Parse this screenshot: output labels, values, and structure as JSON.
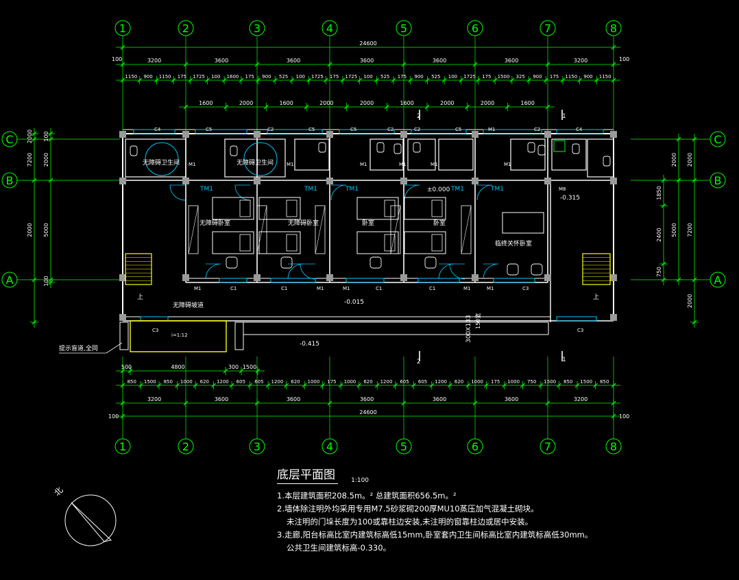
{
  "drawing": {
    "title": "底层平面图",
    "scale": "1:100",
    "north_label": "北",
    "notes": [
      "1.本层建筑面积208.5m。² 总建筑面积656.5m。²",
      "2.墙体除注明外均采用专用M7.5砂浆砌200厚MU10蒸压加气混凝土砌块。",
      "未注明的门垛长度为100或靠柱边安装,未注明的窗靠柱边或居中安装。",
      "3.走廊,阳台标高比室内建筑标高低15mm,卧室套内卫生间标高比室内建筑标高低30mm。",
      "公共卫生间建筑标高-0.330。"
    ]
  },
  "grids": {
    "x": [
      "1",
      "2",
      "3",
      "4",
      "5",
      "6",
      "7",
      "8"
    ],
    "y": [
      "C",
      "B",
      "A"
    ]
  },
  "dims": {
    "total": "24600",
    "edge": "100",
    "top_bays": [
      "3200",
      "3600",
      "3600",
      "3600",
      "3600",
      "3600",
      "3200"
    ],
    "top_detail": [
      "1150",
      "900",
      "1150",
      "175",
      "1725",
      "100",
      "1600",
      "175",
      "900",
      "525",
      "100",
      "1725",
      "175",
      "1725",
      "100",
      "525",
      "175",
      "900",
      "525",
      "100",
      "1725",
      "175",
      "1500",
      "325",
      "900",
      "175",
      "1150",
      "900",
      "1150"
    ],
    "top_windows": [
      "1600",
      "2000",
      "1600",
      "2000",
      "2000",
      "1600",
      "2000",
      "2000",
      "1600"
    ],
    "bottom_detail": [
      "850",
      "1500",
      "850",
      "1000",
      "620",
      "1200",
      "605",
      "605",
      "1200",
      "620",
      "1000",
      "175",
      "1000",
      "620",
      "1200",
      "605",
      "605",
      "1200",
      "620",
      "1000",
      "175",
      "1000",
      "750",
      "1500",
      "850",
      "1500",
      "850"
    ],
    "bottom_bays": [
      "3200",
      "3600",
      "3600",
      "3600",
      "3600",
      "3600",
      "3200"
    ],
    "left_outer": [
      "2000",
      "7200",
      "2000"
    ],
    "left_inner": [
      "100",
      "2000",
      "5000",
      "100"
    ],
    "right_inner": [
      "1850",
      "2400",
      "750"
    ],
    "right_mid": [
      "2000",
      "5000"
    ],
    "right_outer": [
      "2000",
      "7200",
      "2000"
    ],
    "ramp": [
      "500",
      "4800",
      "300",
      "1500"
    ]
  },
  "labels": {
    "rooms": [
      "无障碍卫生间",
      "无障碍卫生间",
      "无障碍卧室",
      "无障碍卧室",
      "卧室",
      "卧室",
      "临终关怀卧室"
    ],
    "ramp": "无障碍坡道",
    "blind_path": "提示盲道,全同",
    "elevations": [
      "±0.000",
      "-0.315",
      "-0.015",
      "-0.415"
    ],
    "slope": "i=1:12",
    "stair_label": "上",
    "slab": "300X133",
    "slab2": "150宽",
    "section_marks": [
      "1",
      "2"
    ],
    "tm": [
      "TM1",
      "TM1",
      "TM1",
      "TM1",
      "TM1"
    ],
    "windows_top": [
      "C4",
      "C5",
      "C2",
      "C5",
      "C5",
      "C2",
      "C2",
      "C5",
      "M1",
      "C2",
      "C4"
    ],
    "doors_bottom": [
      "M1",
      "C1",
      "C1",
      "M1",
      "M1",
      "C1",
      "C1",
      "M1",
      "M1",
      "C3"
    ],
    "misc": [
      "M1",
      "M1",
      "M1",
      "M1",
      "M1",
      "M1",
      "M8",
      "C3",
      "C3"
    ]
  },
  "colors": {
    "background": "#000000",
    "wall": "#ffffff",
    "dim": "#00ff00",
    "axis": "#00ff00",
    "accent": "#00c8ff",
    "grey": "#9a9a9a",
    "yellow": "#ffff00",
    "text": "#ffffff"
  }
}
